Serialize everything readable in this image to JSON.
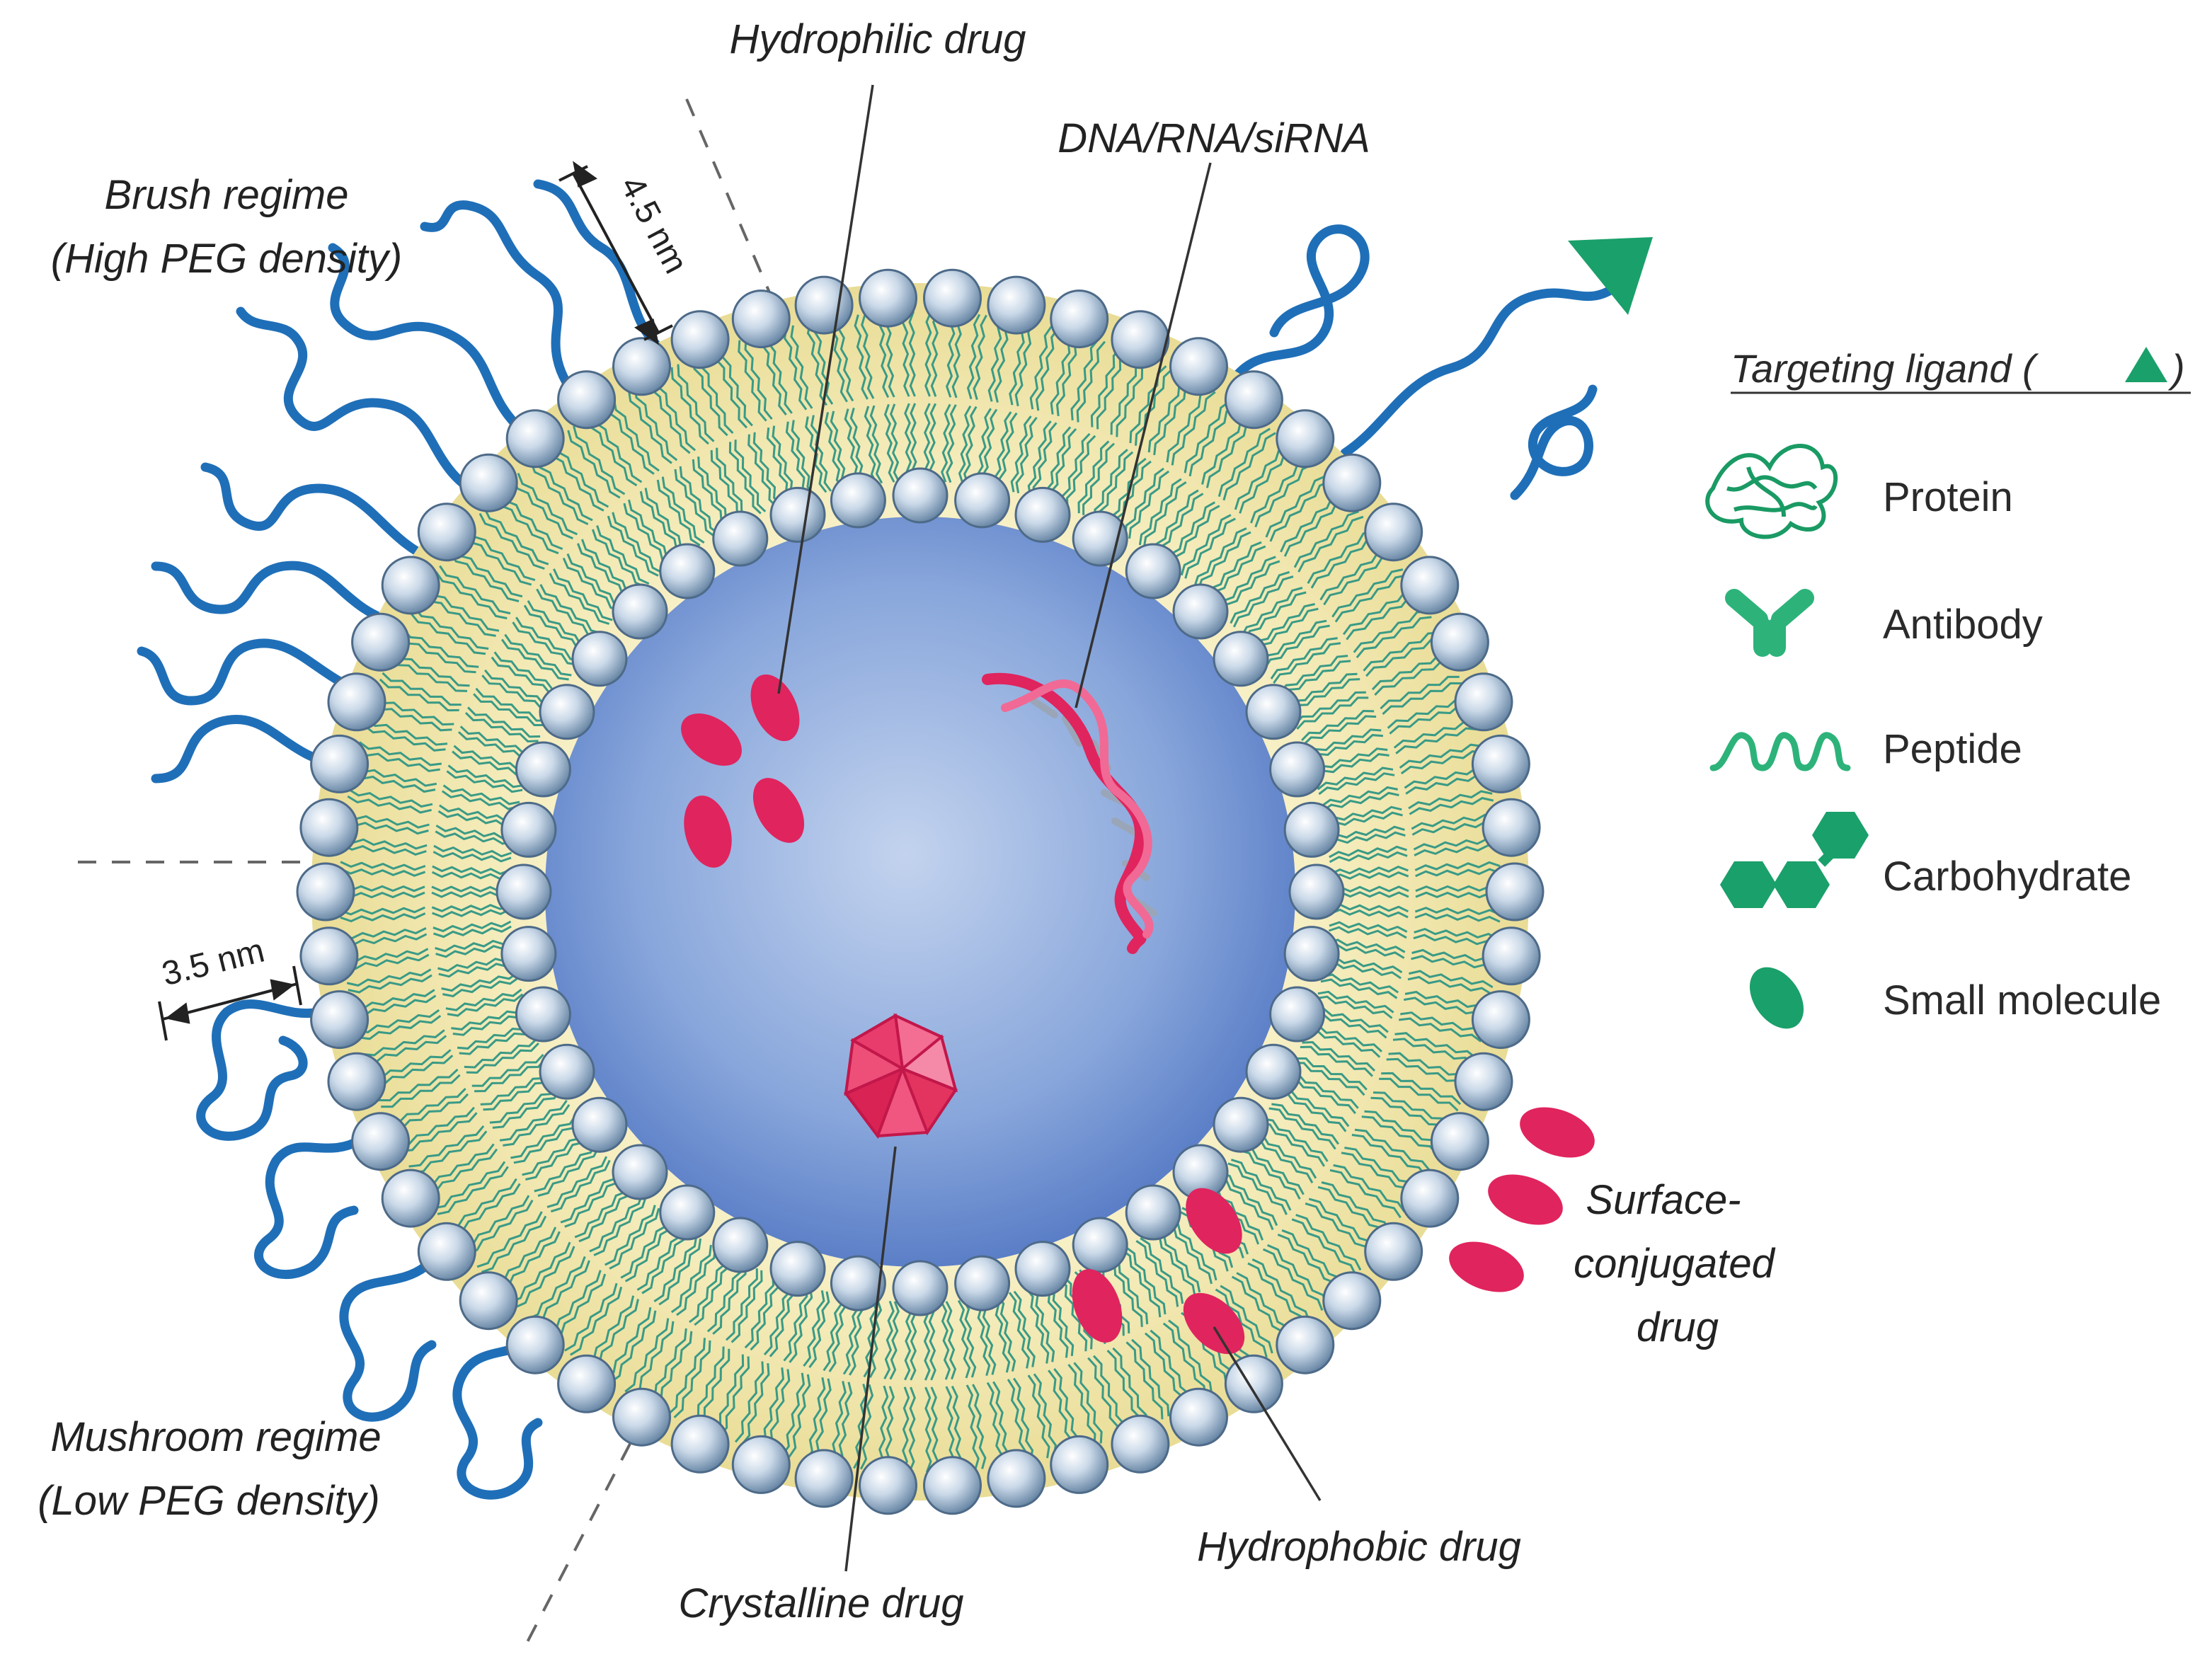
{
  "labels": {
    "hydrophilic_drug": "Hydrophilic drug",
    "nucleic_acid": "DNA/RNA/siRNA",
    "brush_regime_line1": "Brush regime",
    "brush_regime_line2": "(High PEG density)",
    "mushroom_regime_line1": "Mushroom regime",
    "mushroom_regime_line2": "(Low PEG density)",
    "surface_conjugated_line1": "Surface-",
    "surface_conjugated_line2": "conjugated",
    "surface_conjugated_line3": "drug",
    "hydrophobic_drug": "Hydrophobic drug",
    "crystalline_drug": "Crystalline drug"
  },
  "dimensions": {
    "brush_thickness": "4.5 nm",
    "mushroom_thickness": "3.5 nm"
  },
  "legend": {
    "title": "Targeting ligand (",
    "title_close": ")",
    "items": [
      {
        "label": "Protein",
        "icon": "protein-icon"
      },
      {
        "label": "Antibody",
        "icon": "antibody-icon"
      },
      {
        "label": "Peptide",
        "icon": "peptide-icon"
      },
      {
        "label": "Carbohydrate",
        "icon": "carbohydrate-icon"
      },
      {
        "label": "Small molecule",
        "icon": "small-molecule-icon"
      }
    ]
  },
  "colors": {
    "peg_chain": "#1f6fb8",
    "ligand_green": "#1aa06a",
    "drug_pink": "#e0245e",
    "lipid_head": "#b9cde0",
    "bilayer_yellow": "#f3eab5",
    "core_blue": "#6f93d3"
  }
}
